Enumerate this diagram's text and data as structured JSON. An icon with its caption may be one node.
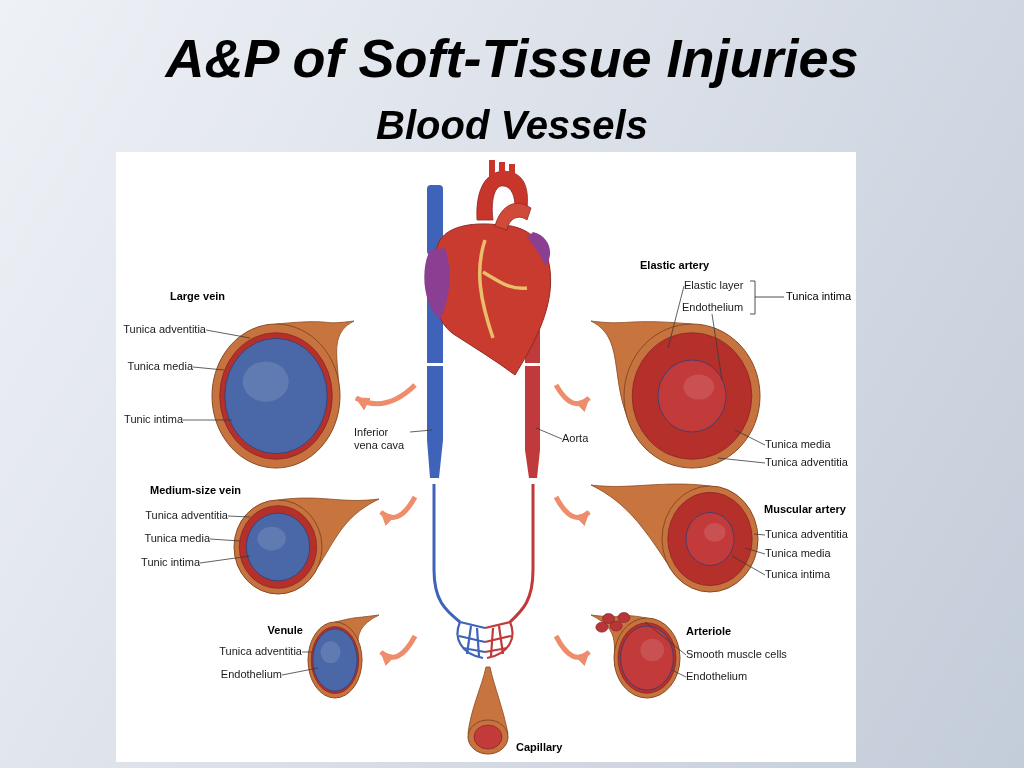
{
  "diagram": {
    "title": "A&P of Soft-Tissue Injuries",
    "nodes": [
      {
        "text": [],
        "shape": "picture"
      },
      {
        "text": [],
        "shape": "picture",
        "beside": [
          "Large vein"
        ]
      },
      {
        "text": [
          "Tunica adventitia"
        ]
      },
      {
        "text": [
          "Tunica media"
        ]
      },
      {
        "text": [
          "Tunic intima"
        ]
      },
      {
        "text": [
          "Inferior vena cava"
        ]
      },
      {
        "text": [],
        "shape": "picture"
      },
      {
        "text": [
          "Elastic layer"
        ]
      },
      {
        "text": [
          "Endothelium"
        ]
      },
      {
        "text": [
          "Aorta"
        ]
      },
      {
        "text": [
          "Tunica media"
        ]
      },
      {
        "text": [
          "Tunica adventitia"
        ]
      },
      {
        "text": [],
        "shape": "picture",
        "beside": [
          "Medium-size vein"
        ]
      },
      {
        "text": [
          "Tunica adventitia"
        ]
      },
      {
        "text": [
          "Tunica media"
        ]
      },
      {
        "text": [
          "Tunic intima"
        ]
      },
      {
        "text": [],
        "shape": "picture",
        "beside": [
          "Muscular artery"
        ]
      },
      {
        "text": [
          "Tunica adventitia"
        ]
      },
      {
        "text": [
          "Tunica media"
        ]
      },
      {
        "text": [
          "Tunica intima"
        ]
      },
      {
        "text": [],
        "shape": "picture",
        "beside": [
          "Venule"
        ]
      },
      {
        "text": [
          "Tunica adventitia"
        ]
      },
      {
        "text": [
          "Endothelium"
        ]
      },
      {
        "text": [],
        "shape": "picture",
        "beside": [
          "Arteriole"
        ]
      },
      {
        "text": [
          "Smooth muscle cells"
        ]
      },
      {
        "text": [
          "Endothelium"
        ]
      },
      {
        "text": [
          "Capillary"
        ]
      }
    ],
    "edges": [
      {
        "from": 0,
        "to": 1,
        "arrow": "to",
        "style": "thick",
        "color": "#ee8c6c"
      },
      {
        "from": 0,
        "to": 12,
        "arrow": "to",
        "style": "thick",
        "color": "#ee8c6c"
      },
      {
        "from": 0,
        "to": 20,
        "arrow": "to",
        "style": "thick",
        "color": "#ee8c6c"
      },
      {
        "from": 0,
        "to": 6,
        "arrow": "to",
        "style": "thick",
        "color": "#ee8c6c"
      },
      {
        "from": 0,
        "to": 16,
        "arrow": "to",
        "style": "thick",
        "color": "#ee8c6c"
      },
      {
        "from": 0,
        "to": 23,
        "arrow": "to",
        "style": "thick",
        "color": "#ee8c6c"
      },
      {
        "from": 2,
        "to": 1,
        "arrow": "none"
      },
      {
        "from": 3,
        "to": 1,
        "arrow": "none"
      },
      {
        "from": 4,
        "to": 1,
        "arrow": "none"
      },
      {
        "from": 5,
        "to": 0,
        "arrow": "none"
      },
      {
        "from": 7,
        "to": 6,
        "arrow": "none"
      },
      {
        "from": 8,
        "to": 6,
        "arrow": "none"
      },
      {
        "from": 9,
        "to": 0,
        "arrow": "none"
      },
      {
        "from": 10,
        "to": 6,
        "arrow": "none"
      },
      {
        "from": 11,
        "to": 6,
        "arrow": "none"
      },
      {
        "from": 13,
        "to": 12,
        "arrow": "none"
      },
      {
        "from": 14,
        "to": 12,
        "arrow": "none"
      },
      {
        "from": 15,
        "to": 12,
        "arrow": "none"
      },
      {
        "from": 17,
        "to": 16,
        "arrow": "none"
      },
      {
        "from": 18,
        "to": 16,
        "arrow": "none"
      },
      {
        "from": 19,
        "to": 16,
        "arrow": "none"
      },
      {
        "from": 21,
        "to": 20,
        "arrow": "none"
      },
      {
        "from": 22,
        "to": 20,
        "arrow": "none"
      },
      {
        "from": 24,
        "to": 23,
        "arrow": "none"
      },
      {
        "from": 25,
        "to": 23,
        "arrow": "none"
      }
    ],
    "labels": [
      "Blood Vessels",
      "Elastic artery",
      "Tunica intima"
    ]
  }
}
